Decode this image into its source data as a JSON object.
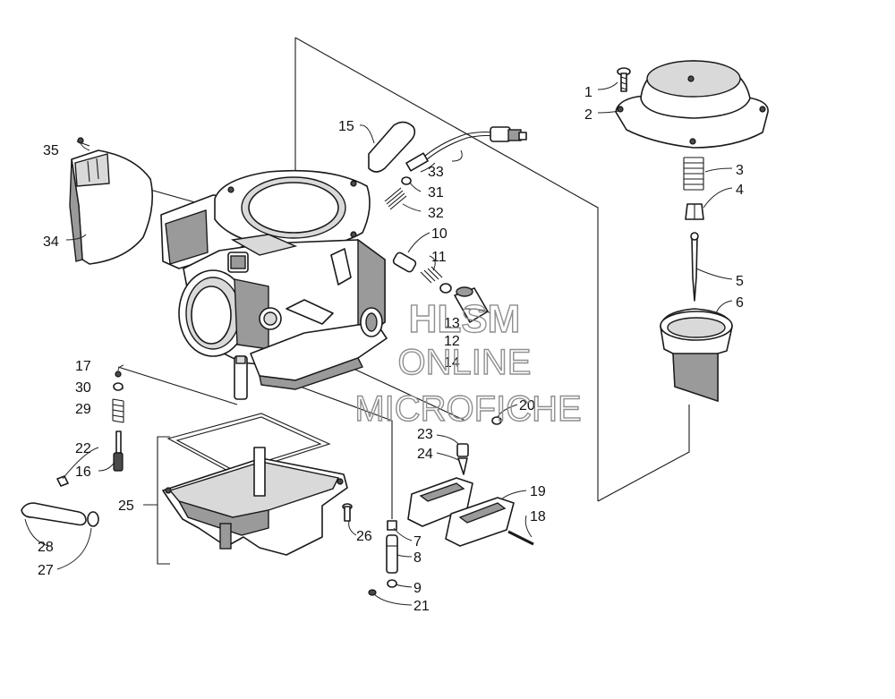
{
  "callouts": [
    "1",
    "2",
    "3",
    "4",
    "5",
    "6",
    "7",
    "8",
    "9",
    "10",
    "11",
    "12",
    "13",
    "14",
    "15",
    "16",
    "17",
    "18",
    "19",
    "20",
    "21",
    "22",
    "23",
    "24",
    "25",
    "26",
    "27",
    "28",
    "29",
    "30",
    "31",
    "32",
    "33",
    "34",
    "35"
  ],
  "watermark": {
    "line1": "HLSM",
    "line2": "ONLINE",
    "line3": "MICROFICHE"
  },
  "colors": {
    "line": "#1a1a1a",
    "shade": "#9a9a9a",
    "watermark": "#8f8f8f"
  }
}
